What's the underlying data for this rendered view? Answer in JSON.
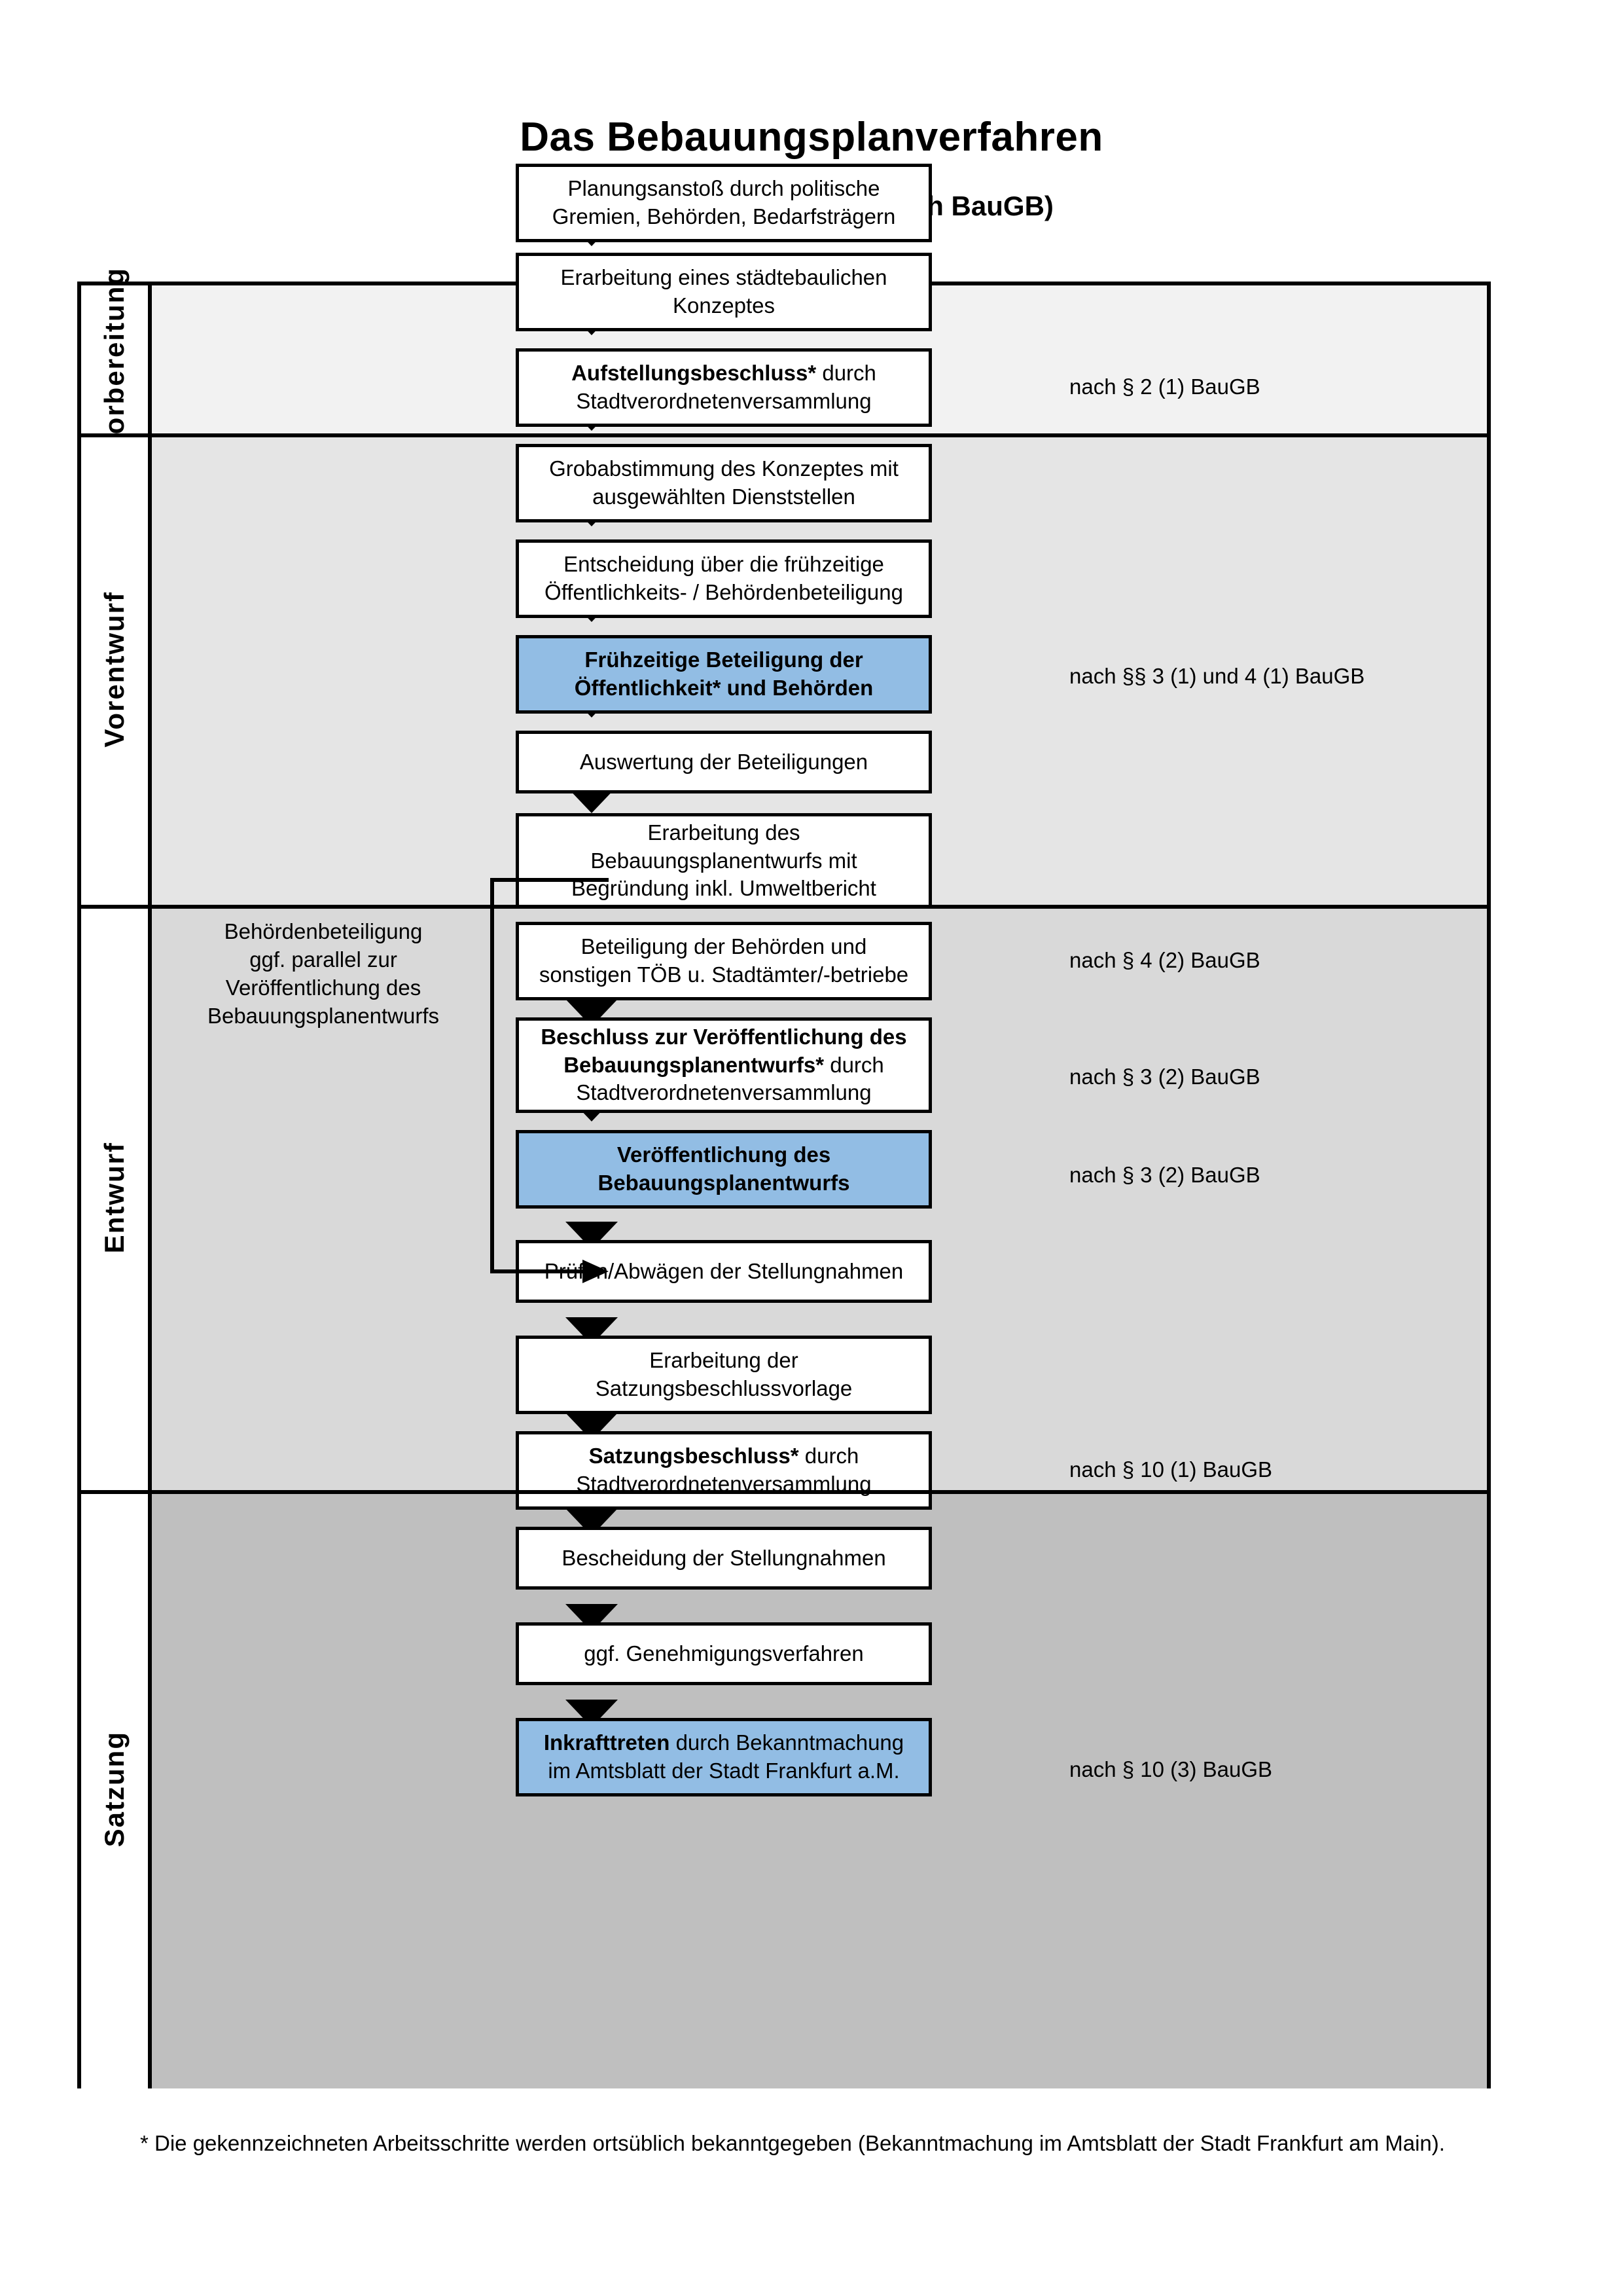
{
  "header": {
    "title": "Das Bebauungsplanverfahren",
    "subtitle": "(Ablauf Regelverfahren nach BauGB)"
  },
  "phases": [
    {
      "id": "vorbereitung",
      "label": "Vorbereitung"
    },
    {
      "id": "vorentwurf",
      "label": "Vorentwurf"
    },
    {
      "id": "entwurf",
      "label": "Entwurf"
    },
    {
      "id": "satzung",
      "label": "Satzung"
    }
  ],
  "steps": [
    {
      "id": "planungsanstoss",
      "phase": "vorbereitung",
      "highlight": false,
      "lines": [
        {
          "text": "Planungsanstoß durch politische",
          "bold": false
        },
        {
          "text": "Gremien, Behörden, Bedarfsträgern",
          "bold": false
        }
      ]
    },
    {
      "id": "staedtebauliches-konzept",
      "phase": "vorbereitung",
      "highlight": false,
      "lines": [
        {
          "text": "Erarbeitung eines städtebaulichen",
          "bold": false
        },
        {
          "text": "Konzeptes",
          "bold": false
        }
      ]
    },
    {
      "id": "aufstellungsbeschluss",
      "phase": "vorbereitung",
      "highlight": false,
      "lines": [
        {
          "text": "Aufstellungsbeschluss*",
          "bold": true,
          "suffix": " durch"
        },
        {
          "text": "Stadtverordnetenversammlung",
          "bold": false
        }
      ]
    },
    {
      "id": "grobabstimmung",
      "phase": "vorentwurf",
      "highlight": false,
      "lines": [
        {
          "text": "Grobabstimmung des Konzeptes mit",
          "bold": false
        },
        {
          "text": "ausgewählten Dienststellen",
          "bold": false
        }
      ]
    },
    {
      "id": "entscheidung-fruehzeitig",
      "phase": "vorentwurf",
      "highlight": false,
      "lines": [
        {
          "text": "Entscheidung über die frühzeitige",
          "bold": false
        },
        {
          "text": "Öffentlichkeits- / Behördenbeteiligung",
          "bold": false
        }
      ]
    },
    {
      "id": "fruehzeitige-beteiligung",
      "phase": "vorentwurf",
      "highlight": true,
      "lines": [
        {
          "text": "Frühzeitige Beteiligung der",
          "bold": true
        },
        {
          "text": "Öffentlichkeit* und Behörden",
          "bold": true
        }
      ]
    },
    {
      "id": "auswertung-beteiligungen",
      "phase": "entwurf",
      "highlight": false,
      "lines": [
        {
          "text": "Auswertung der Beteiligungen",
          "bold": false
        }
      ]
    },
    {
      "id": "erarbeitung-entwurf",
      "phase": "entwurf",
      "highlight": false,
      "lines": [
        {
          "text": "Erarbeitung des",
          "bold": false
        },
        {
          "text": "Bebauungsplanentwurfs mit",
          "bold": false
        },
        {
          "text": "Begründung inkl. Umweltbericht",
          "bold": false
        }
      ]
    },
    {
      "id": "beteiligung-behoerden",
      "phase": "entwurf",
      "highlight": false,
      "lines": [
        {
          "text": "Beteiligung der Behörden und",
          "bold": false
        },
        {
          "text": "sonstigen TÖB u. Stadtämter/-betriebe",
          "bold": false
        }
      ]
    },
    {
      "id": "beschluss-veroeffentlichung",
      "phase": "entwurf",
      "highlight": false,
      "lines": [
        {
          "text": "Beschluss zur Veröffentlichung des",
          "bold": true
        },
        {
          "text": "Bebauungsplanentwurfs*",
          "bold": true,
          "suffix": " durch"
        },
        {
          "text": "Stadtverordnetenversammlung",
          "bold": false
        }
      ]
    },
    {
      "id": "veroeffentlichung-entwurf",
      "phase": "entwurf",
      "highlight": true,
      "lines": [
        {
          "text": "Veröffentlichung des",
          "bold": true
        },
        {
          "text": "Bebauungsplanentwurfs",
          "bold": true
        }
      ]
    },
    {
      "id": "pruefen-abwaegen",
      "phase": "satzung",
      "highlight": false,
      "lines": [
        {
          "text": "Prüfen/Abwägen der Stellungnahmen",
          "bold": false
        }
      ]
    },
    {
      "id": "erarbeitung-satzungsvorlage",
      "phase": "satzung",
      "highlight": false,
      "lines": [
        {
          "text": "Erarbeitung der",
          "bold": false
        },
        {
          "text": "Satzungsbeschlussvorlage",
          "bold": false
        }
      ]
    },
    {
      "id": "satzungsbeschluss",
      "phase": "satzung",
      "highlight": false,
      "lines": [
        {
          "text": "Satzungsbeschluss*",
          "bold": true,
          "suffix": " durch"
        },
        {
          "text": "Stadtverordnetenversammlung",
          "bold": false
        }
      ]
    },
    {
      "id": "bescheidung-stellungnahmen",
      "phase": "satzung",
      "highlight": false,
      "lines": [
        {
          "text": "Bescheidung der Stellungnahmen",
          "bold": false
        }
      ]
    },
    {
      "id": "genehmigungsverfahren",
      "phase": "satzung",
      "highlight": false,
      "lines": [
        {
          "text": "ggf. Genehmigungsverfahren",
          "bold": false
        }
      ]
    },
    {
      "id": "inkrafttreten",
      "phase": "satzung",
      "highlight": true,
      "lines": [
        {
          "text": "Inkrafttreten",
          "bold": true,
          "suffix": " durch Bekanntmachung"
        },
        {
          "text": "im Amtsblatt der Stadt Frankfurt a.M.",
          "bold": false
        }
      ]
    }
  ],
  "legal_refs": [
    {
      "id": "ref-aufstellungsbeschluss",
      "text": "nach § 2 (1) BauGB"
    },
    {
      "id": "ref-fruehzeitige-beteiligung",
      "text": "nach §§ 3 (1) und 4 (1) BauGB"
    },
    {
      "id": "ref-behoerdenbeteiligung",
      "text": "nach § 4 (2) BauGB"
    },
    {
      "id": "ref-beschluss-veroeff",
      "text": "nach § 3 (2) BauGB"
    },
    {
      "id": "ref-veroeffentlichung",
      "text": "nach § 3 (2) BauGB"
    },
    {
      "id": "ref-satzungsbeschluss",
      "text": "nach § 10 (1) BauGB"
    },
    {
      "id": "ref-inkrafttreten",
      "text": "nach § 10 (3) BauGB"
    }
  ],
  "annotations": {
    "parallel_note_line1": "Behördenbeteiligung",
    "parallel_note_line2": "ggf. parallel zur",
    "parallel_note_line3": "Veröffentlichung des",
    "parallel_note_line4": "Bebauungsplanentwurfs"
  },
  "footnote": {
    "text": "* Die gekennzeichneten Arbeitsschritte werden ortsüblich bekanntgegeben (Bekanntmachung im Amtsblatt  der Stadt Frankfurt am Main)."
  },
  "colors": {
    "highlight_box": "#92bde4",
    "phase_bg_1": "#f2f2f2",
    "phase_bg_2": "#e5e5e5",
    "phase_bg_3": "#d9d9d9",
    "phase_bg_4": "#bfbfbf",
    "border": "#000000"
  }
}
